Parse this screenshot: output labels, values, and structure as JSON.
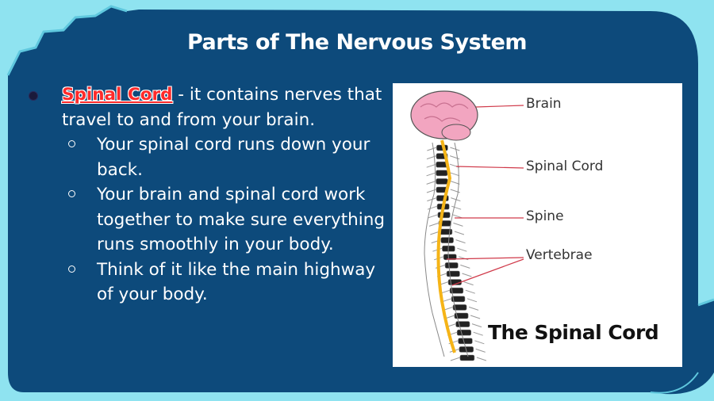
{
  "slide": {
    "title": "Parts of The Nervous System",
    "bullet": {
      "term": "Spinal Cord",
      "text": " - it contains nerves that travel to and from your brain."
    },
    "sub_points": [
      "Your spinal cord runs down your back.",
      "Your brain and spinal cord work together to make sure everything runs smoothly in your body.",
      "Think of it like the main highway of your body."
    ]
  },
  "diagram": {
    "labels": {
      "brain": "Brain",
      "spinal_cord": "Spinal Cord",
      "spine": "Spine",
      "vertebrae": "Vertebrae"
    },
    "caption": "The Spinal Cord"
  },
  "colors": {
    "background": "#8fe3f0",
    "panel": "#0d4a7b",
    "term": "#ff2a2a",
    "brain": "#f2a5c0",
    "spinal_cord": "#f5b417",
    "leader_lines": "#d03a4a"
  }
}
